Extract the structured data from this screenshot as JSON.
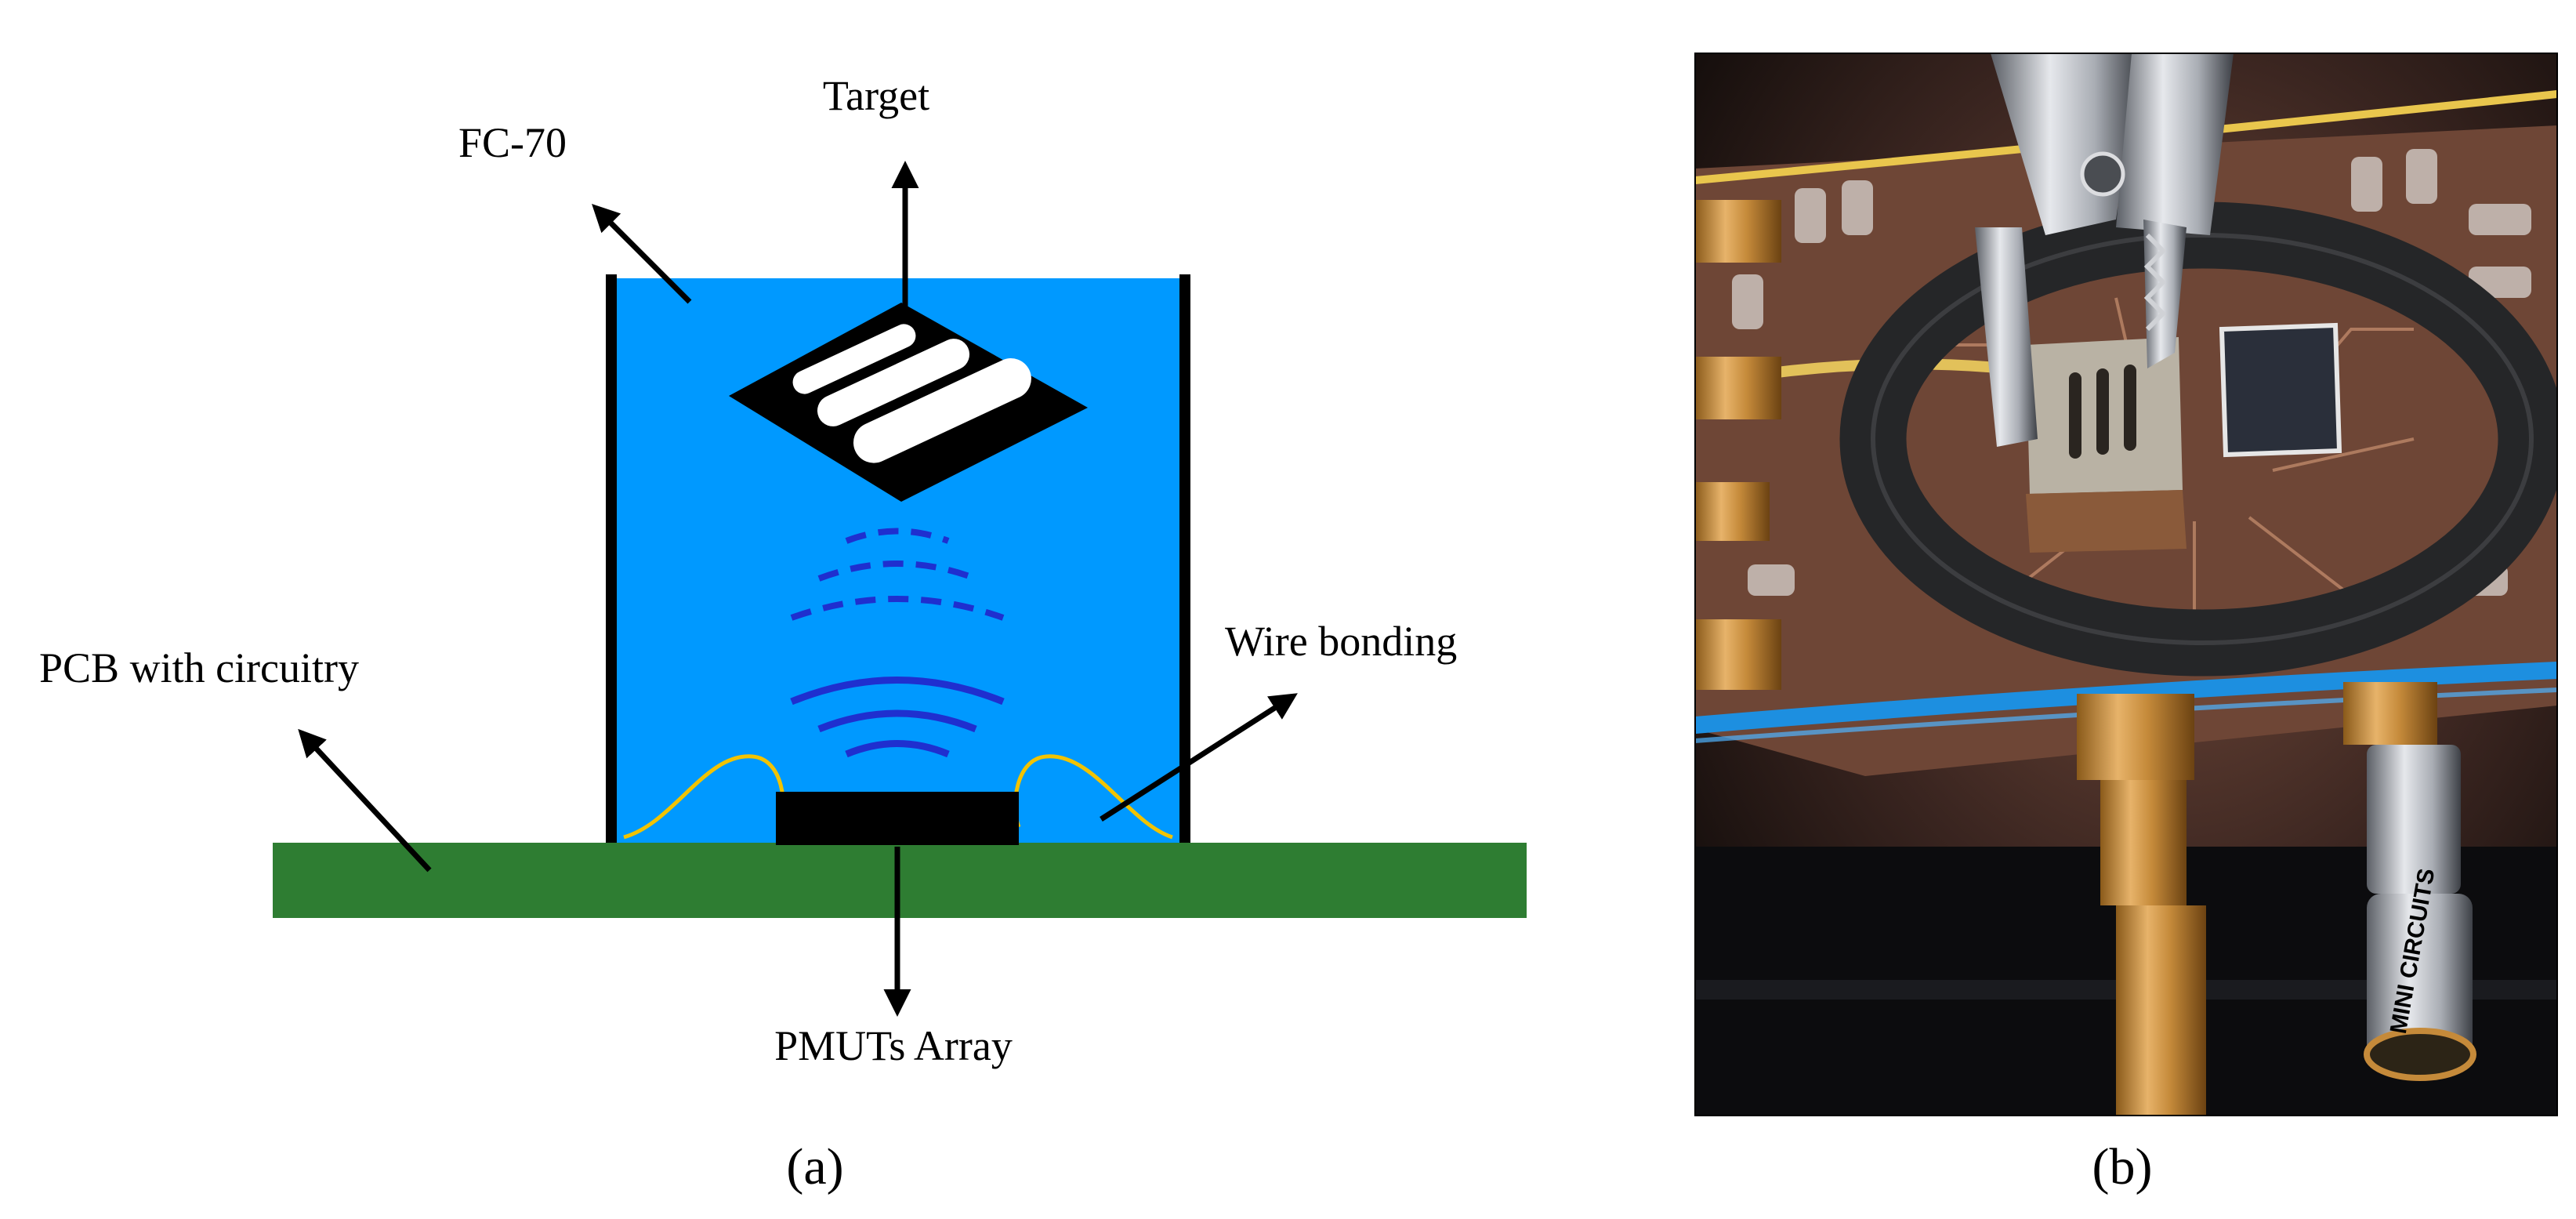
{
  "panel_a": {
    "caption": "(a)",
    "labels": {
      "target": "Target",
      "fluid": "FC-70",
      "pcb": "PCB with circuitry",
      "wire": "Wire bonding",
      "array": "PMUTs Array"
    },
    "colors": {
      "fluid": "#0099FF",
      "pcb": "#2E7D32",
      "wire": "#F2C300",
      "waves": "#1f2fcf",
      "walls": "#000000"
    }
  },
  "panel_b": {
    "caption": "(b)",
    "photo_text": "MINI CIRCUITS"
  }
}
